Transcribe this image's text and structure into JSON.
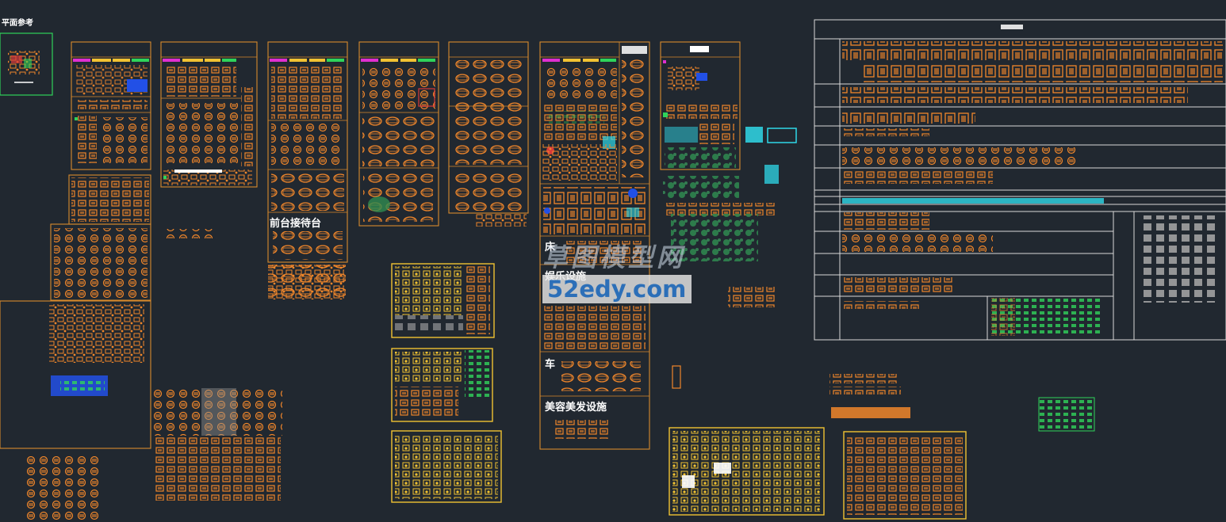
{
  "labels": {
    "plan_reference": "平面参考",
    "front_desk": "前台接待台",
    "bed": "床",
    "entertainment": "娱乐设施",
    "car": "车",
    "beauty": "美容美发设施"
  },
  "watermark": {
    "site_name": "草图模型网",
    "site_url": "52edy.com"
  },
  "colors": {
    "background": "#212830",
    "furniture": "#f0862a",
    "frame_border": "#d88a2c",
    "yellow_frame": "#f1c232",
    "green": "#2fd35a",
    "tree_green": "#2f8a50",
    "cyan": "#2fd8e8",
    "blue": "#2250e6",
    "magenta": "#e02fd0",
    "grid_line": "#d9d9d9",
    "white": "#ffffff"
  }
}
